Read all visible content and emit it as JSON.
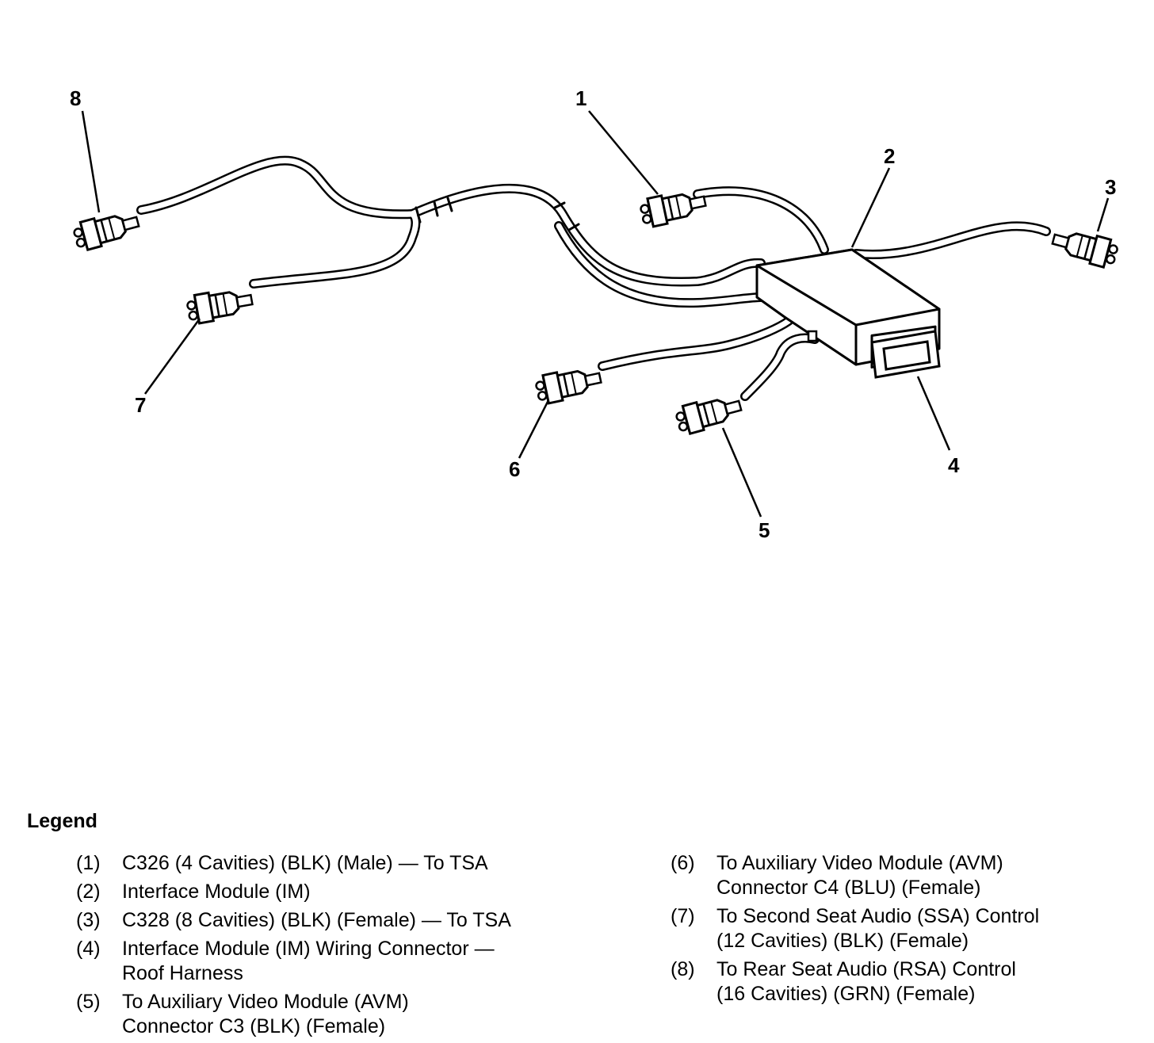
{
  "diagram": {
    "callouts": [
      "1",
      "2",
      "3",
      "4",
      "5",
      "6",
      "7",
      "8"
    ]
  },
  "legend": {
    "title": "Legend",
    "items": [
      {
        "num": "(1)",
        "lines": [
          "C326 (4 Cavities) (BLK) (Male) — To TSA"
        ]
      },
      {
        "num": "(2)",
        "lines": [
          "Interface Module (IM)"
        ]
      },
      {
        "num": "(3)",
        "lines": [
          "C328 (8 Cavities) (BLK) (Female) — To TSA"
        ]
      },
      {
        "num": "(4)",
        "lines": [
          "Interface Module (IM) Wiring Connector —",
          "Roof Harness"
        ]
      },
      {
        "num": "(5)",
        "lines": [
          "To Auxiliary Video Module (AVM)",
          "Connector C3 (BLK) (Female)"
        ]
      },
      {
        "num": "(6)",
        "lines": [
          "To Auxiliary Video Module (AVM)",
          "Connector C4 (BLU) (Female)"
        ]
      },
      {
        "num": "(7)",
        "lines": [
          "To Second Seat Audio (SSA) Control",
          "(12 Cavities) (BLK) (Female)"
        ]
      },
      {
        "num": "(8)",
        "lines": [
          "To Rear Seat Audio (RSA) Control",
          "(16 Cavities) (GRN) (Female)"
        ]
      }
    ]
  }
}
